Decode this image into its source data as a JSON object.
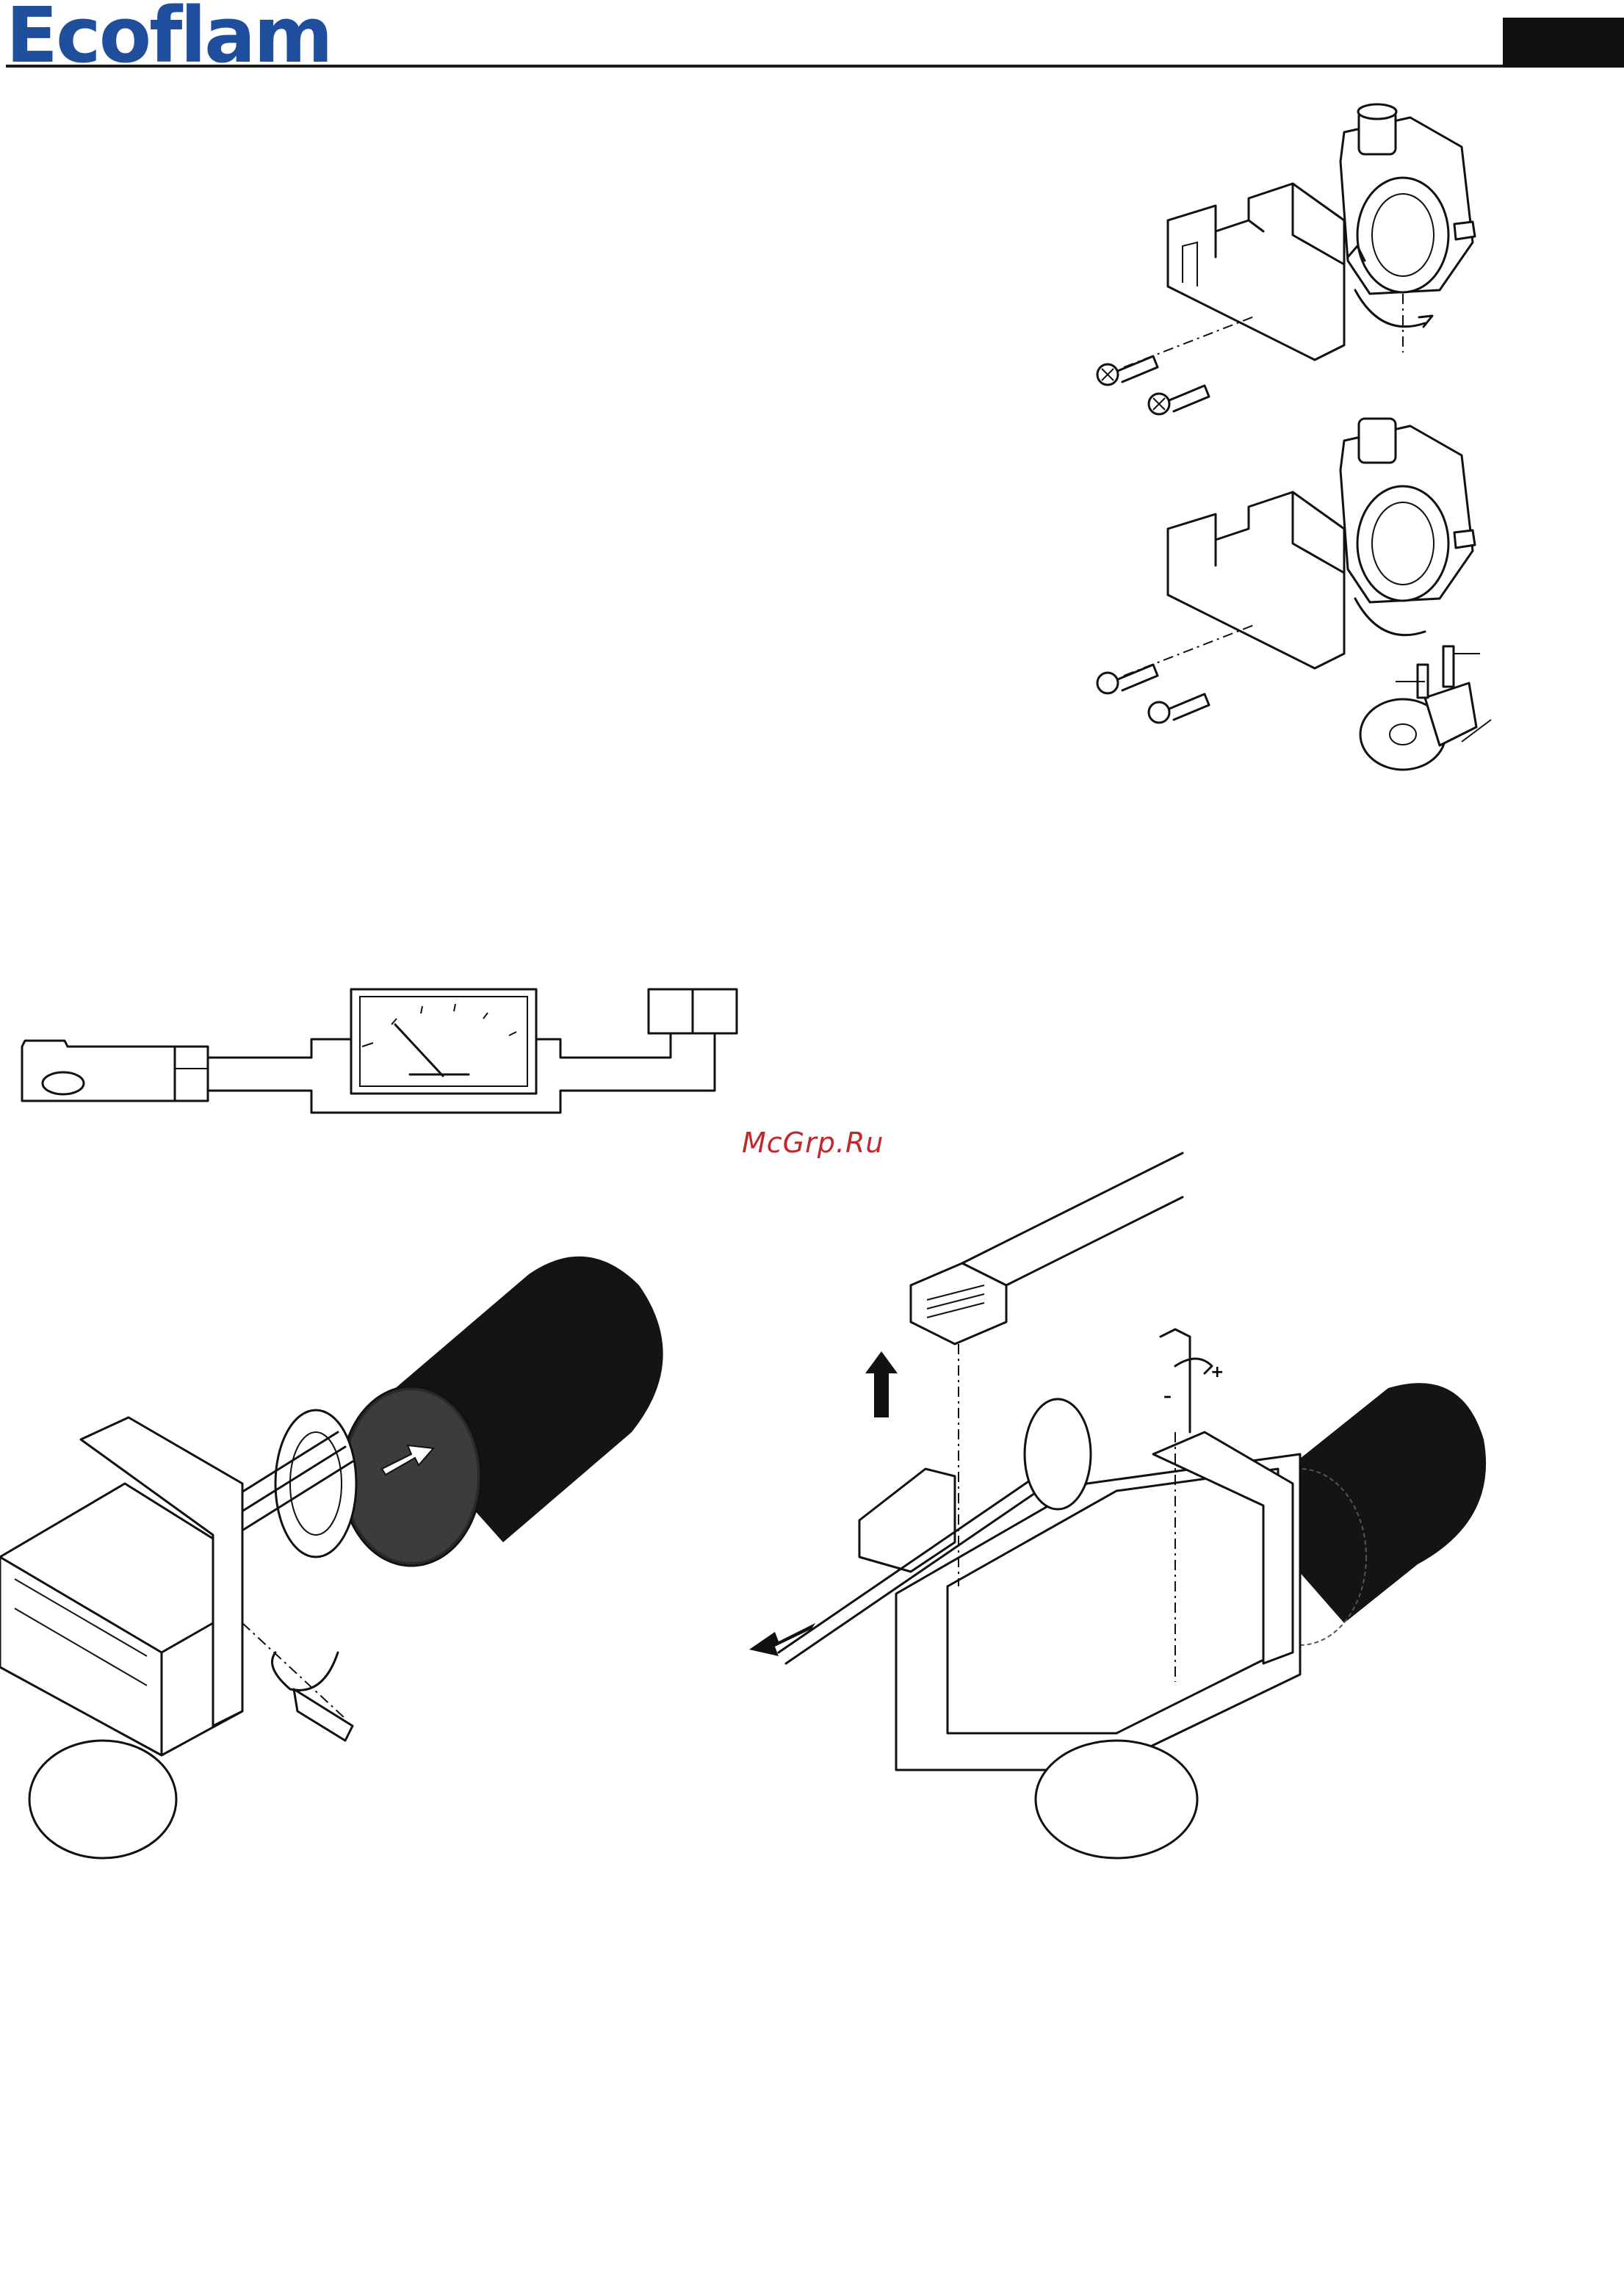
{
  "header": {
    "brand": "Ecoflam"
  },
  "watermark": {
    "text": "McGrp.Ru"
  },
  "figures": {
    "top_right": [
      "pump-cover-assembly",
      "pump-cover-with-valve-assembly"
    ],
    "middle": "pressure-gauge-connection",
    "bottom_left": "blast-tube-mounting",
    "bottom_right": "combustion-head-adjustment"
  },
  "labels": {
    "plus": "+",
    "minus": "–"
  },
  "colors": {
    "brand": "#1f4e9c",
    "watermark": "#c0282d",
    "ink": "#111111"
  }
}
